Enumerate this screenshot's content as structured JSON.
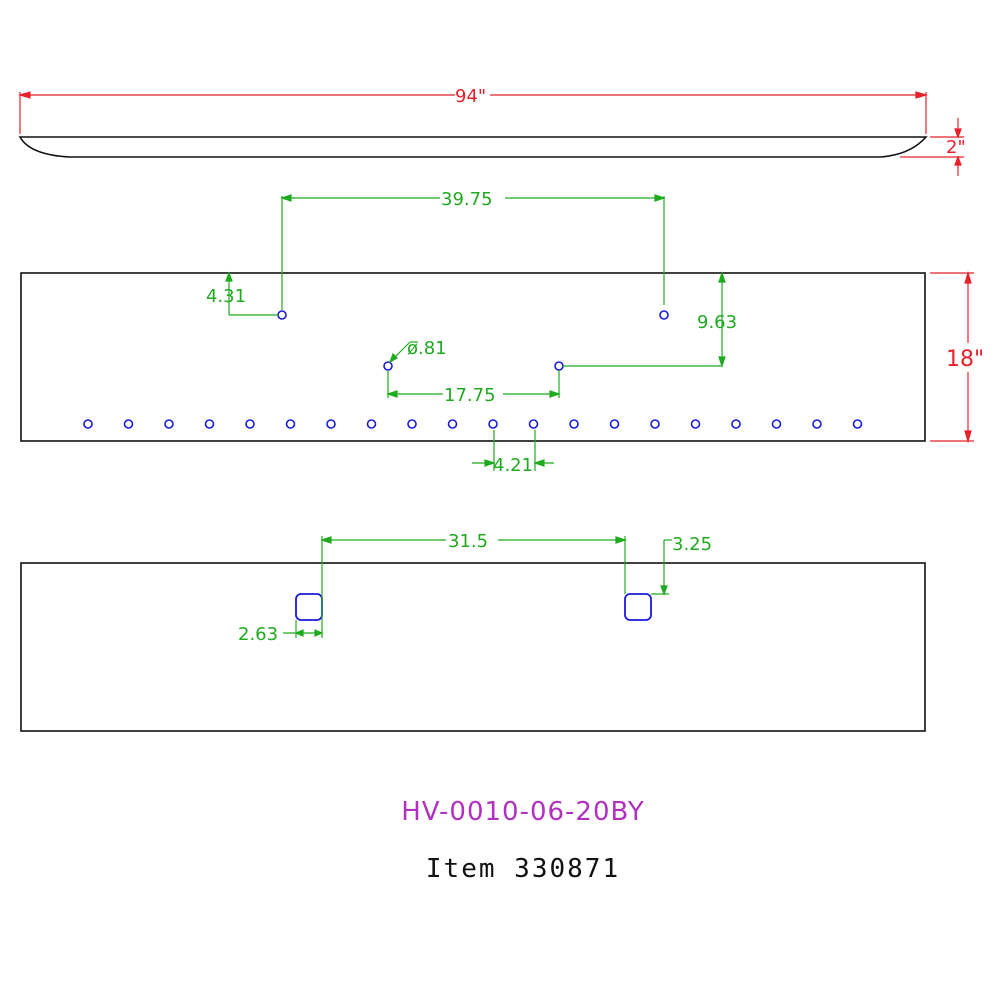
{
  "colors": {
    "outline": "#111111",
    "overall_dimension": "#e8202a",
    "feature_dimension": "#1faa1f",
    "holes": "#1a1adc",
    "part_number": "#b030c0"
  },
  "top_view": {
    "length_label": "94\"",
    "height_label": "2\""
  },
  "front_view": {
    "height_label": "18\"",
    "upper_hole_spacing": "39.75",
    "upper_hole_offset": "4.31",
    "right_hole_drop": "9.63",
    "hole_diameter": "ø.81",
    "middle_hole_spacing": "17.75",
    "bottom_hole_pitch": "4.21",
    "bottom_hole_count": 20
  },
  "bottom_view": {
    "slot_spacing": "31.5",
    "slot_width": "2.63",
    "slot_offset": "3.25"
  },
  "part_number": "HV-0010-06-20BY",
  "item_label": "Item 330871"
}
